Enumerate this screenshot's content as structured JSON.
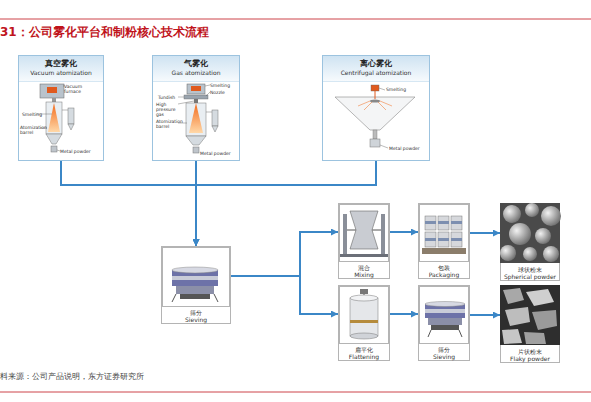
{
  "diagram": {
    "title": "31：公司雾化平台和制粉核心技术流程",
    "caption": "料来源：公司产品说明，东方证券研究所",
    "nodes": [
      {
        "text": [
          "真空雾化",
          "Vacuum atomization"
        ]
      },
      {
        "text": [
          "气雾化",
          "Gas atomization"
        ]
      },
      {
        "text": [
          "离心雾化",
          "Centrifugal atomization"
        ]
      },
      {
        "text": [
          "筛分",
          "Sieving"
        ]
      },
      {
        "text": [
          "混合",
          "Mixing"
        ]
      },
      {
        "text": [
          "包装",
          "Packaging"
        ]
      },
      {
        "text": [
          "球状粉末",
          "Spherical powder"
        ]
      },
      {
        "text": [
          "扁平化",
          "Flattening"
        ]
      },
      {
        "text": [
          "筛分",
          "Sieving"
        ]
      },
      {
        "text": [
          "片状粉末",
          "Flaky powder"
        ]
      }
    ],
    "edges": [
      {
        "from": 0,
        "to": 3,
        "arrow": "to"
      },
      {
        "from": 1,
        "to": 3,
        "arrow": "to"
      },
      {
        "from": 2,
        "to": 3,
        "arrow": "to"
      },
      {
        "from": 3,
        "to": 4,
        "arrow": "to"
      },
      {
        "from": 3,
        "to": 7,
        "arrow": "to"
      },
      {
        "from": 4,
        "to": 5,
        "arrow": "to"
      },
      {
        "from": 5,
        "to": 6,
        "arrow": "to"
      },
      {
        "from": 7,
        "to": 8,
        "arrow": "to"
      },
      {
        "from": 8,
        "to": 9,
        "arrow": "to"
      }
    ],
    "labels": [
      "Vacuum furnace",
      "Smelting",
      "Atomization barrel",
      "Metal powder",
      "Smelting",
      "Nozzle",
      "Tundish",
      "High pressure gas",
      "Atomization barrel",
      "Metal powder",
      "Smelting",
      "Metal powder"
    ]
  }
}
